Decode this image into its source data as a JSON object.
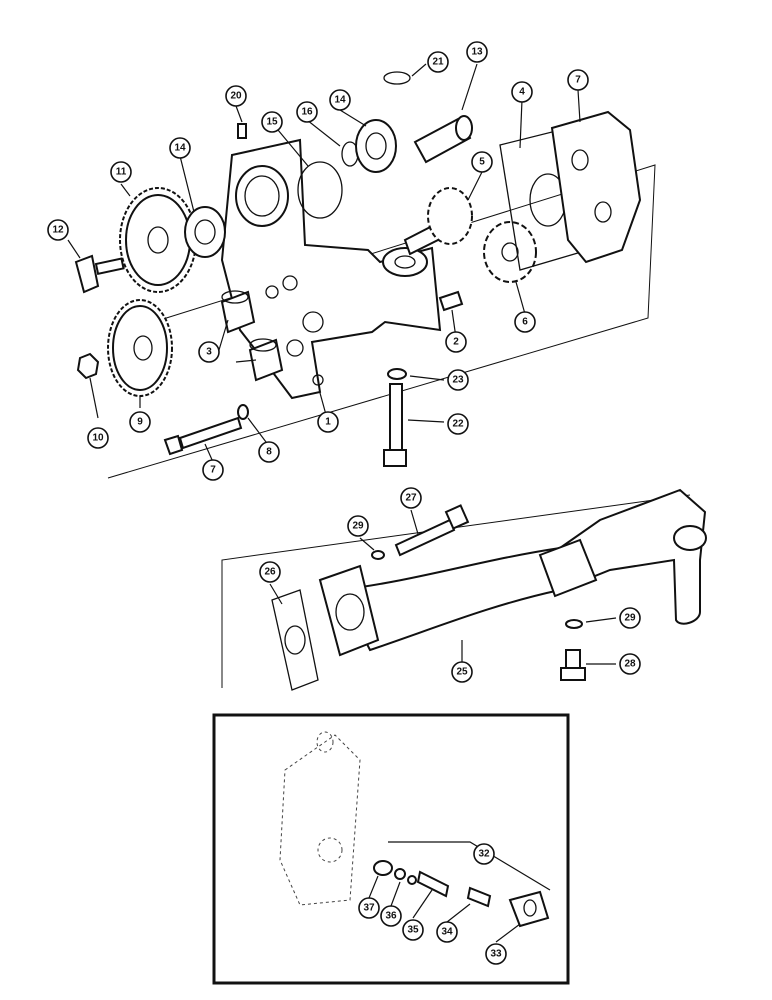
{
  "callouts": [
    {
      "id": "c1",
      "label": "1"
    },
    {
      "id": "c2",
      "label": "2"
    },
    {
      "id": "c3",
      "label": "3"
    },
    {
      "id": "c4",
      "label": "4"
    },
    {
      "id": "c5",
      "label": "5"
    },
    {
      "id": "c6",
      "label": "6"
    },
    {
      "id": "c7",
      "label": "7"
    },
    {
      "id": "c7b",
      "label": "7"
    },
    {
      "id": "c8",
      "label": "8"
    },
    {
      "id": "c9",
      "label": "9"
    },
    {
      "id": "c10",
      "label": "10"
    },
    {
      "id": "c11",
      "label": "11"
    },
    {
      "id": "c12",
      "label": "12"
    },
    {
      "id": "c13",
      "label": "13"
    },
    {
      "id": "c14a",
      "label": "14"
    },
    {
      "id": "c14b",
      "label": "14"
    },
    {
      "id": "c15",
      "label": "15"
    },
    {
      "id": "c16",
      "label": "16"
    },
    {
      "id": "c20",
      "label": "20"
    },
    {
      "id": "c21",
      "label": "21"
    },
    {
      "id": "c22",
      "label": "22"
    },
    {
      "id": "c23",
      "label": "23"
    },
    {
      "id": "c25",
      "label": "25"
    },
    {
      "id": "c26",
      "label": "26"
    },
    {
      "id": "c27",
      "label": "27"
    },
    {
      "id": "c28",
      "label": "28"
    },
    {
      "id": "c29a",
      "label": "29"
    },
    {
      "id": "c29b",
      "label": "29"
    },
    {
      "id": "c32",
      "label": "32"
    },
    {
      "id": "c33",
      "label": "33"
    },
    {
      "id": "c34",
      "label": "34"
    },
    {
      "id": "c35",
      "label": "35"
    },
    {
      "id": "c36",
      "label": "36"
    },
    {
      "id": "c37",
      "label": "37"
    }
  ]
}
